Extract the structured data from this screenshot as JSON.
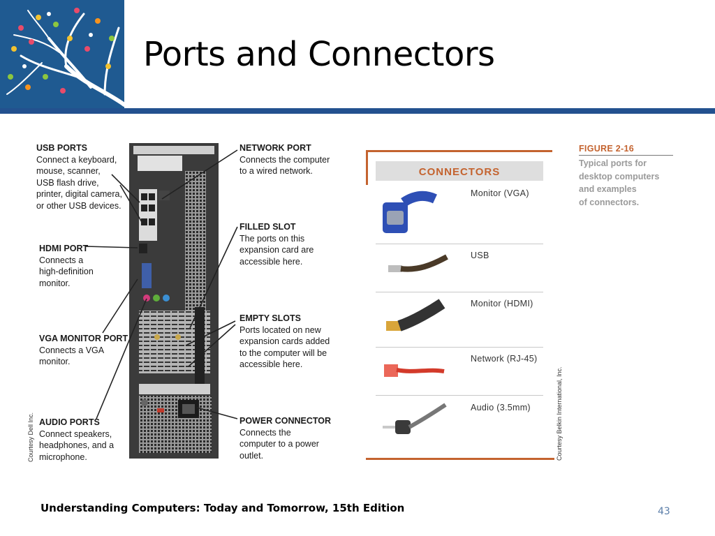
{
  "slide": {
    "title": "Ports and Connectors",
    "footer": "Understanding Computers: Today and Tomorrow, 15th Edition",
    "page_number": "43"
  },
  "tower_callouts": {
    "usb": {
      "heading": "USB PORTS",
      "lines": [
        "Connect a keyboard,",
        "mouse, scanner,",
        "USB flash drive,",
        "printer, digital camera,",
        "or other USB devices."
      ]
    },
    "hdmi": {
      "heading": "HDMI PORT",
      "lines": [
        "Connects a",
        "high-definition",
        "monitor."
      ]
    },
    "vga": {
      "heading": "VGA MONITOR PORT",
      "lines": [
        "Connects a VGA",
        "monitor."
      ]
    },
    "audio": {
      "heading": "AUDIO PORTS",
      "lines": [
        "Connect speakers,",
        "headphones, and a",
        "microphone."
      ]
    },
    "network": {
      "heading": "NETWORK PORT",
      "lines": [
        "Connects the computer",
        "to a wired network."
      ]
    },
    "filled": {
      "heading": "FILLED SLOT",
      "lines": [
        "The ports on this",
        "expansion card are",
        "accessible here."
      ]
    },
    "empty": {
      "heading": "EMPTY SLOTS",
      "lines": [
        "Ports located on new",
        "expansion cards added",
        "to the computer will be",
        "accessible here."
      ]
    },
    "power": {
      "heading": "POWER CONNECTOR",
      "lines": [
        "Connects the",
        "computer to a power",
        "outlet."
      ]
    },
    "credit": "Courtesy Dell Inc."
  },
  "connectors": {
    "heading": "CONNECTORS",
    "items": [
      {
        "label": "Monitor (VGA)"
      },
      {
        "label": "USB"
      },
      {
        "label": "Monitor (HDMI)"
      },
      {
        "label": "Network (RJ-45)"
      },
      {
        "label": "Audio (3.5mm)"
      }
    ],
    "credit": "Courtesy Belkin International, Inc.",
    "accent_color": "#c4632f"
  },
  "figure": {
    "title": "FIGURE 2-16",
    "caption_lines": [
      "Typical ports for",
      "desktop computers",
      "and examples",
      "of connectors."
    ]
  },
  "colors": {
    "bar": "#23518f",
    "logo_bg": "#1f5a91",
    "page_number": "#5a7da8"
  }
}
